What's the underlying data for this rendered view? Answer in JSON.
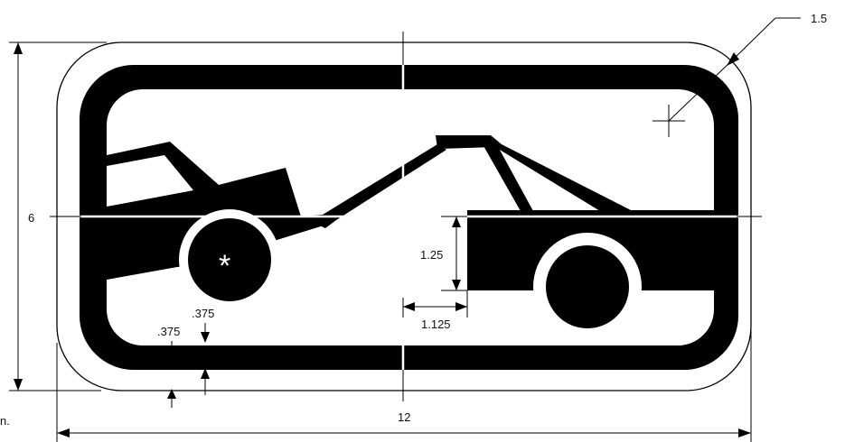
{
  "dimensions": {
    "corner_radius": "1.5",
    "height": "6",
    "width": "12",
    "wheel_offset_vertical": "1.25",
    "wheel_offset_horizontal": "1.125",
    "border_left": ".375",
    "border_right": ".375",
    "edge_fragment": "n."
  },
  "symbols": {
    "wheel_mark": "*"
  },
  "colors": {
    "ink": "#000000",
    "paper": "#ffffff"
  }
}
